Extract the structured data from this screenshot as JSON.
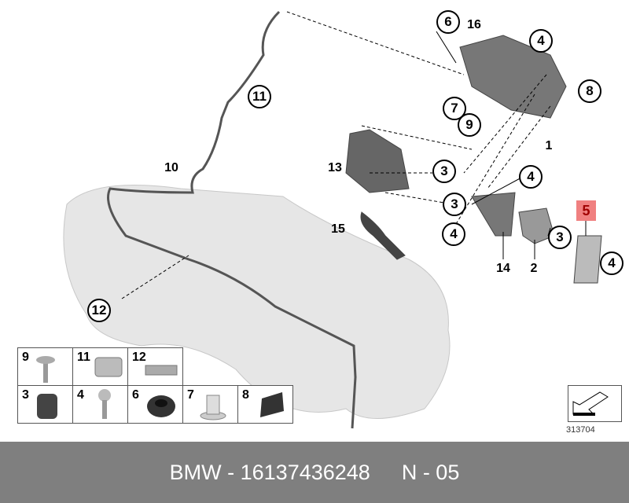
{
  "callouts": {
    "c6": "6",
    "c16": "16",
    "c4a": "4",
    "c8": "8",
    "c7": "7",
    "c9": "9",
    "c1": "1",
    "c11": "11",
    "c10": "10",
    "c13": "13",
    "c3a": "3",
    "c3b": "3",
    "c15": "15",
    "c4b": "4",
    "c4c": "4",
    "c14": "14",
    "c2": "2",
    "c3c": "3",
    "c5": "5",
    "c4d": "4",
    "c12": "12"
  },
  "parts_grid": {
    "row1": [
      "9",
      "11",
      "12"
    ],
    "row2": [
      "3",
      "4",
      "6",
      "7",
      "8"
    ]
  },
  "reference_number": "313704",
  "footer": {
    "part": "BMW - 16137436248",
    "page": "N - 05"
  },
  "colors": {
    "highlight": "#f08080",
    "footer": "#7f7f7f"
  }
}
